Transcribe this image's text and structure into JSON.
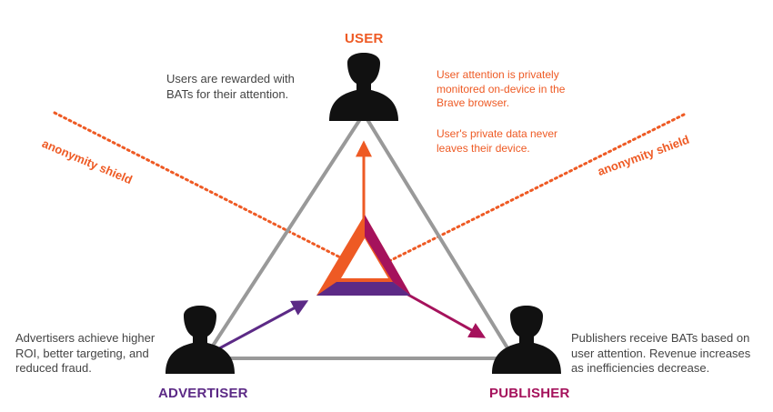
{
  "roles": {
    "user": "USER",
    "advertiser": "ADVERTISER",
    "publisher": "PUBLISHER"
  },
  "descriptions": {
    "users": "Users are rewarded with BATs for their attention.",
    "advertisers": "Advertisers achieve higher ROI, better targeting, and reduced fraud.",
    "publishers": "Publishers receive BATs based on user attention. Revenue increases as inefficiencies decrease."
  },
  "notes": {
    "attention": "User attention is privately monitored on-device in the Brave browser.",
    "privacy": "User's private data never leaves their device."
  },
  "shield_label": "anonymity shield",
  "colors": {
    "orange": "#ee5a24",
    "purple": "#5c2a86",
    "magenta": "#a5125c",
    "gray": "#999999",
    "black": "#111111"
  },
  "icons": {
    "user": "person-silhouette-icon",
    "advertiser": "person-silhouette-icon",
    "publisher": "person-silhouette-icon",
    "center": "bat-logo-icon"
  }
}
